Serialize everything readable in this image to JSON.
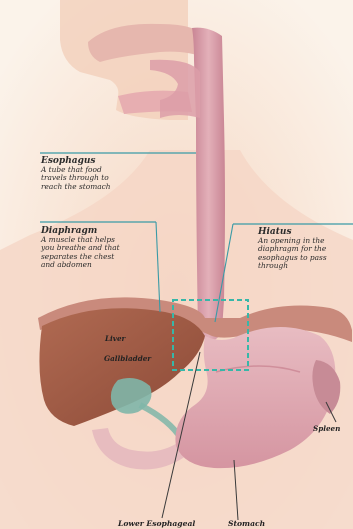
{
  "labels": {
    "esophagus": {
      "title": "Esophagus",
      "desc": [
        "A tube that food",
        "travels through to",
        "reach the stomach"
      ]
    },
    "diaphragm": {
      "title": "Diaphragm",
      "desc": [
        "A muscle that helps",
        "you breathe and that",
        "separates the chest",
        "and abdomen"
      ]
    },
    "hiatus": {
      "title": "Hiatus",
      "desc": [
        "An opening in the",
        "diaphragm for the",
        "esophagus to pass",
        "through"
      ]
    },
    "liver": "Liver",
    "gallbladder": "Gallbladder",
    "spleen": "Spleen",
    "lower_esophageal": "Lower Esophageal",
    "stomach": "Stomach"
  },
  "colors": {
    "background": "#fbf3ea",
    "skin": "#f3d2c0",
    "esophagus": "#d99aa6",
    "liver": "#a45b44",
    "stomach": "#e2aeb6",
    "leader_line": "#3a9aa6",
    "highlight_box": "#37b7a8"
  }
}
